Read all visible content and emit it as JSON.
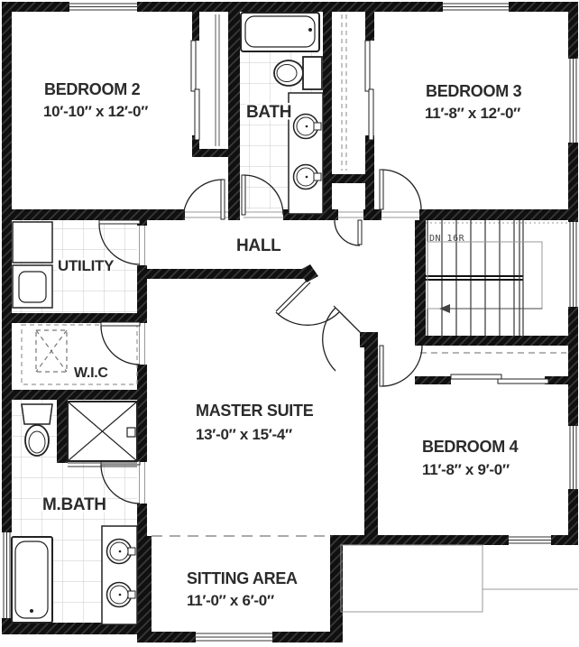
{
  "plan": {
    "type": "floor-plan",
    "rooms": {
      "bedroom2": {
        "name": "BEDROOM 2",
        "dims": "10′-10″ x 12′-0″"
      },
      "bath": {
        "name": "BATH"
      },
      "bedroom3": {
        "name": "BEDROOM 3",
        "dims": "11′-8″ x 12′-0″"
      },
      "hall": {
        "name": "HALL"
      },
      "utility": {
        "name": "UTILITY"
      },
      "wic": {
        "name": "W.I.C"
      },
      "master_suite": {
        "name": "MASTER SUITE",
        "dims": "13′-0″ x 15′-4″"
      },
      "m_bath": {
        "name": "M.BATH"
      },
      "bedroom4": {
        "name": "BEDROOM 4",
        "dims": "11′-8″ x 9′-0″"
      },
      "sitting_area": {
        "name": "SITTING AREA",
        "dims": "11′-0″ x 6′-0″"
      }
    },
    "stairs": {
      "label": "DN 16R"
    },
    "colors": {
      "wall": "#101010",
      "wall_hatch_line": "#3c3c3c",
      "tile_line": "#c9c9c9",
      "dash_line": "#999999",
      "roof_line": "#9a9a9a",
      "text": "#2b2b2b",
      "paper": "#ffffff"
    }
  }
}
